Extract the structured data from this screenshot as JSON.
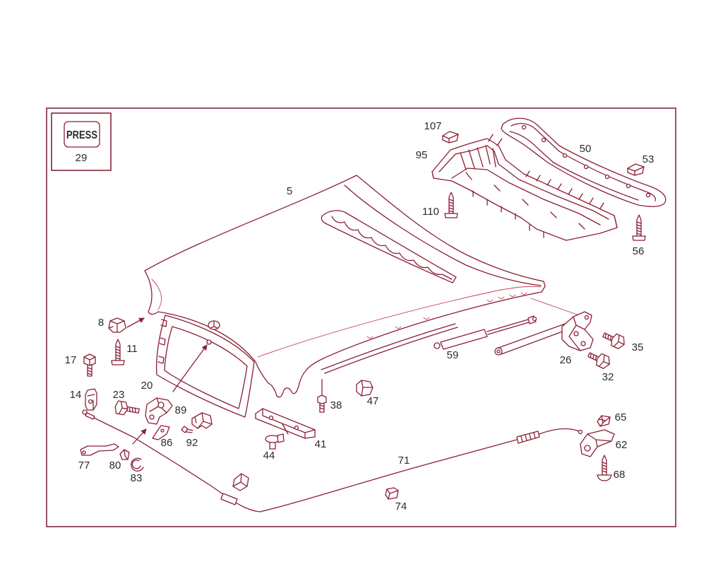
{
  "diagram": {
    "inset": {
      "badge": "PRESS",
      "number": "29"
    },
    "callouts": [
      "107",
      "95",
      "50",
      "53",
      "110",
      "56",
      "5",
      "8",
      "11",
      "17",
      "35",
      "59",
      "26",
      "32",
      "14",
      "23",
      "20",
      "89",
      "38",
      "47",
      "86",
      "92",
      "41",
      "44",
      "65",
      "62",
      "71",
      "77",
      "80",
      "83",
      "68",
      "74"
    ]
  },
  "colors": {
    "line": "#8a1f36",
    "accent": "#c8405a",
    "text": "#2b2b2b",
    "frame": "#7a1a2c"
  }
}
